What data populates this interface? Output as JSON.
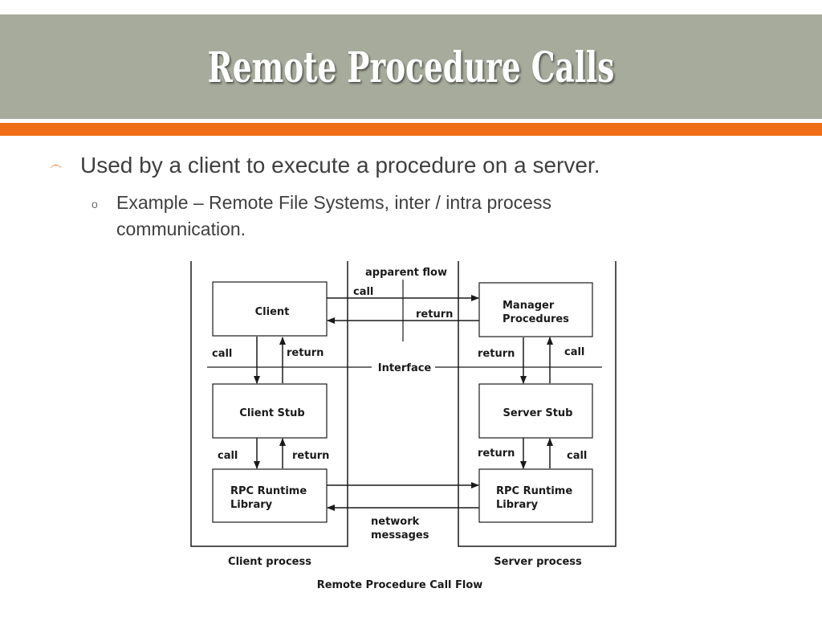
{
  "slide": {
    "title": "Remote Procedure Calls",
    "bullets": [
      {
        "icon": "flourish-bullet-icon",
        "text": "Used by a client to execute a procedure on a server."
      },
      {
        "icon": "circle-bullet-icon",
        "text": "Example – Remote File Systems, inter / intra process communication."
      }
    ]
  },
  "diagram": {
    "caption": "Remote Procedure Call Flow",
    "client_process_label": "Client process",
    "server_process_label": "Server process",
    "apparent_flow_label": "apparent flow",
    "interface_label": "Interface",
    "network_messages_label": [
      "network",
      "messages"
    ],
    "boxes": {
      "client": [
        "Client"
      ],
      "client_stub": [
        "Client Stub"
      ],
      "client_runtime": [
        "RPC Runtime",
        "Library"
      ],
      "manager": [
        "Manager",
        "Procedures"
      ],
      "server_stub": [
        "Server Stub"
      ],
      "server_runtime": [
        "RPC Runtime",
        "Library"
      ]
    },
    "arrow_labels": {
      "top_call": "call",
      "top_return": "return",
      "client_upper_call": "call",
      "client_upper_return": "return",
      "client_lower_call": "call",
      "client_lower_return": "return",
      "server_upper_return": "return",
      "server_upper_call": "call",
      "server_lower_return": "return",
      "server_lower_call": "call"
    }
  }
}
